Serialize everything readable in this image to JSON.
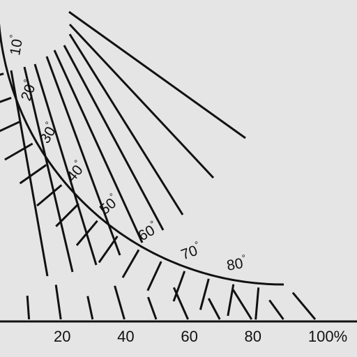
{
  "colors": {
    "background": "#e5e5e5",
    "ink": "#111111"
  },
  "arc_scale": {
    "unit_symbol": "°",
    "labels": [
      "10",
      "20",
      "30",
      "40",
      "50",
      "60",
      "70",
      "80"
    ],
    "label_values": [
      10,
      20,
      30,
      40,
      50,
      60,
      70,
      80
    ],
    "tick_values": [
      5,
      10,
      15,
      20,
      25,
      30,
      35,
      40,
      45,
      50,
      55,
      60,
      65,
      70,
      75,
      80,
      85
    ],
    "major_tick_values": [
      5,
      10,
      15,
      20,
      25,
      30,
      35,
      40,
      45,
      50,
      55,
      60,
      65,
      70,
      75,
      80,
      85
    ]
  },
  "percent_scale": {
    "labels": [
      "20",
      "40",
      "60",
      "80",
      "100%"
    ],
    "label_values": [
      20,
      40,
      60,
      80,
      100
    ],
    "tick_values": [
      10,
      20,
      30,
      40,
      50,
      60,
      70,
      80,
      90,
      100
    ]
  }
}
